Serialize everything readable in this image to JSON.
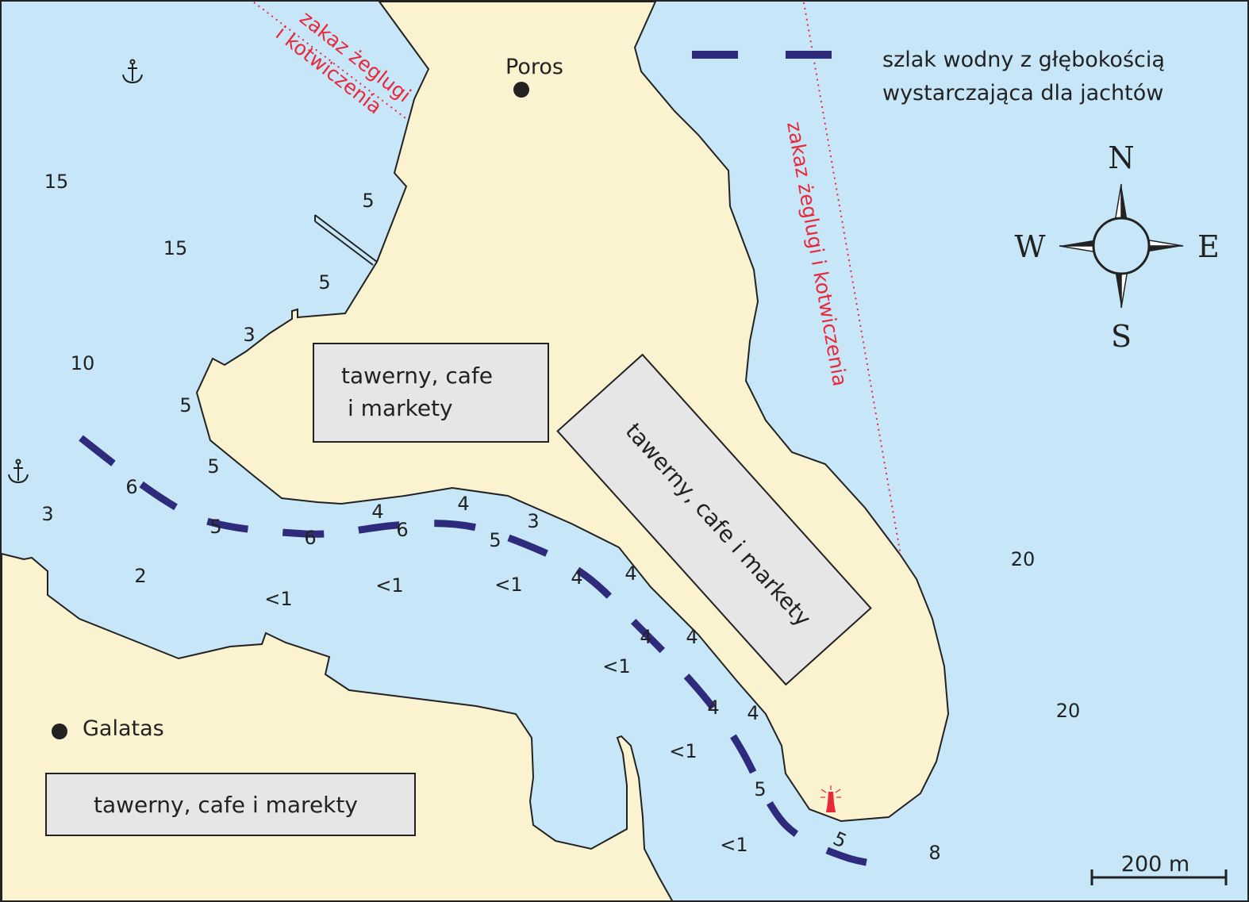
{
  "places": {
    "poros": "Poros",
    "galatas": "Galatas"
  },
  "restricted_zone_label": "zakaz żeglugi i kotwiczenia",
  "restricted_zone_label_split": [
    "zakaz żeglugi",
    "i kotwiczenia"
  ],
  "commercial_areas": {
    "poros_west": [
      "tawerny, cafe",
      "i markety"
    ],
    "poros_south": "tawerny, cafe i markety",
    "galatas": "tawerny, cafe i marekty"
  },
  "legend": {
    "line1": "szlak wodny z  głębokością",
    "line2": "wystarczająca  dla jachtów"
  },
  "compass": {
    "n": "N",
    "s": "S",
    "e": "E",
    "w": "W"
  },
  "scale": {
    "label": "200 m"
  },
  "depths": [
    "15",
    "15",
    "10",
    "5",
    "5",
    "3",
    "5",
    "5",
    "3",
    "2",
    "6",
    "5",
    "6",
    "4",
    "6",
    "4",
    "3",
    "5",
    "<1",
    "<1",
    "<1",
    "4",
    "4",
    "4",
    "4",
    "<1",
    "4",
    "4",
    "<1",
    "5",
    "5",
    "<1",
    "8",
    "20",
    "20"
  ],
  "colors": {
    "water": "#c7e6f8",
    "land": "#fbf2cf",
    "route": "#2e2a7c",
    "restricted": "#e8293a",
    "box_fill": "#e6e6e6",
    "lighthouse": "#e8293a"
  },
  "icons": {
    "anchor": "anchor-icon",
    "lighthouse": "lighthouse-icon",
    "compass": "compass-rose-icon",
    "town": "town-dot-icon"
  }
}
